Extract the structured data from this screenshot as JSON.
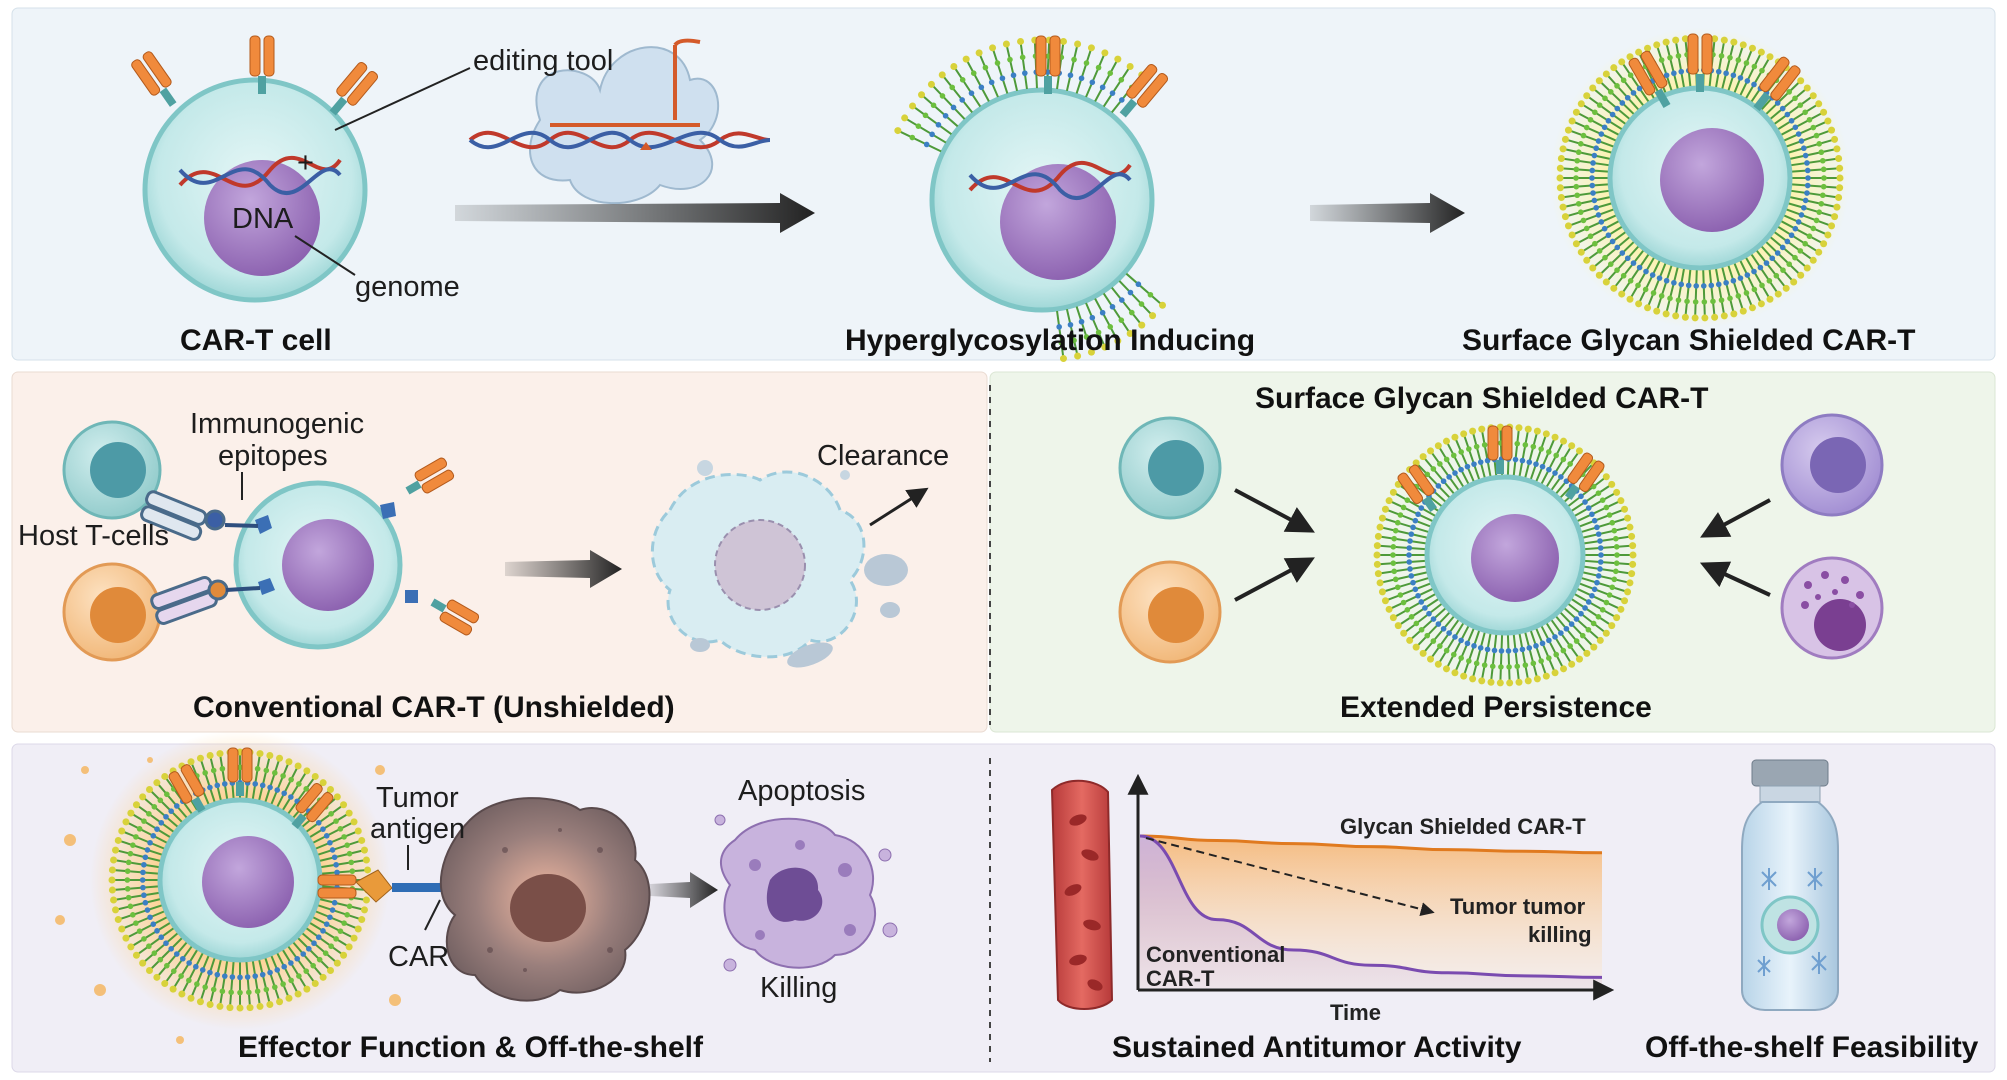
{
  "panel1": {
    "car_t_cell_title": "CAR-T cell",
    "dna_label": "DNA",
    "genome_label": "genome",
    "editing_tool_label": "editing tool",
    "hyperglycosylation_title": "Hyperglycosylation Inducing",
    "shielded_title": "Surface Glycan Shielded CAR-T"
  },
  "panel2": {
    "immunogenic_line1": "Immunogenic",
    "immunogenic_line2": "epitopes",
    "host_tcells_label": "Host T-cells",
    "clearance_label": "Clearance",
    "conventional_title": "Conventional CAR-T (Unshielded)",
    "shielded_header": "Surface Glycan Shielded CAR-T",
    "persistence_title": "Extended Persistence"
  },
  "panel3": {
    "tumor_line1": "Tumor",
    "tumor_line2": "antigen",
    "car_label": "CAR",
    "apoptosis_label": "Apoptosis",
    "killing_label": "Killing",
    "effector_title": "Effector Function & Off-the-shelf",
    "chart_title": "Sustained Antitumor Activity",
    "offshelf_title": "Off-the-shelf Feasibility"
  },
  "chart_data": {
    "type": "line",
    "xlabel": "Time",
    "ylabel": "",
    "series": [
      {
        "name": "Glycan Shielded CAR-T",
        "values": [
          1.0,
          0.97,
          0.95,
          0.93,
          0.91,
          0.9,
          0.89
        ]
      },
      {
        "name": "Conventional CAR-T",
        "values": [
          1.0,
          0.45,
          0.25,
          0.15,
          0.1,
          0.08,
          0.07
        ]
      }
    ],
    "annotations": {
      "shielded_line1": "Glycan Shielded CAR-T",
      "tumor_line1": "Tumor tumor",
      "tumor_line2": "killing",
      "conventional_line1": "Conventional",
      "conventional_line2": "CAR-T"
    }
  },
  "colors": {
    "cell_membrane": "#8fd1d1",
    "cell_fill": "#cdeeee",
    "nucleus": "#9b72b9",
    "car_receptor": "#f08a3c",
    "glycan": "#5aa63a",
    "panel1_bg": "#eef4f9",
    "panel2_left_bg": "#fbf0ea",
    "panel2_right_bg": "#eef5ea",
    "panel3_bg": "#f0eef6"
  }
}
